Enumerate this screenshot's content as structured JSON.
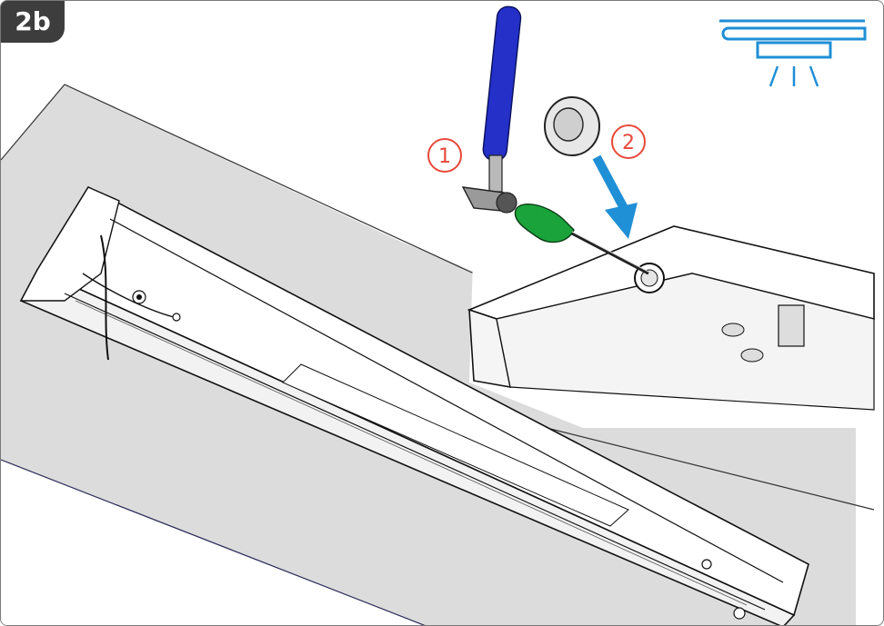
{
  "step": {
    "label": "2b"
  },
  "callouts": [
    {
      "number": "1",
      "description": "hammer"
    },
    {
      "number": "2",
      "description": "knockout"
    }
  ],
  "icons": {
    "mount_type": "ceiling-mounted-light-icon"
  },
  "colors": {
    "badge_background": "#3d3d3d",
    "callout": "#e8493a",
    "arrow": "#1f8fd6",
    "icon": "#1f8fd6",
    "hammer_handle": "#2430c8",
    "screwdriver_handle": "#1aa33a",
    "ceiling": "#d9d9d9"
  }
}
